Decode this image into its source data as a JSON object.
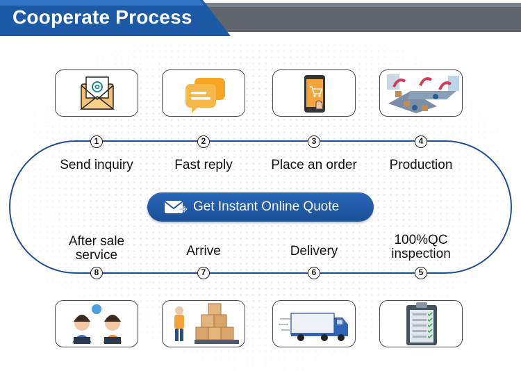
{
  "header": {
    "title": "Cooperate Process"
  },
  "cta": {
    "label": "Get Instant Online Quote"
  },
  "steps": [
    {
      "num": "1",
      "label": "Send inquiry"
    },
    {
      "num": "2",
      "label": "Fast reply"
    },
    {
      "num": "3",
      "label": "Place an order"
    },
    {
      "num": "4",
      "label": "Production"
    },
    {
      "num": "5",
      "label": "100%QC inspection"
    },
    {
      "num": "6",
      "label": "Delivery"
    },
    {
      "num": "7",
      "label": "Arrive"
    },
    {
      "num": "8",
      "label": "After sale service"
    }
  ],
  "icons": [
    "envelope-icon",
    "chat-bubble-icon",
    "shopping-phone-icon",
    "factory-line-icon",
    "clipboard-checklist-icon",
    "truck-icon",
    "warehouse-boxes-icon",
    "support-agents-icon"
  ],
  "colors": {
    "brand_blue": "#1d5aa6",
    "header_gray": "#5f6a72",
    "outline": "#1d4f96"
  }
}
